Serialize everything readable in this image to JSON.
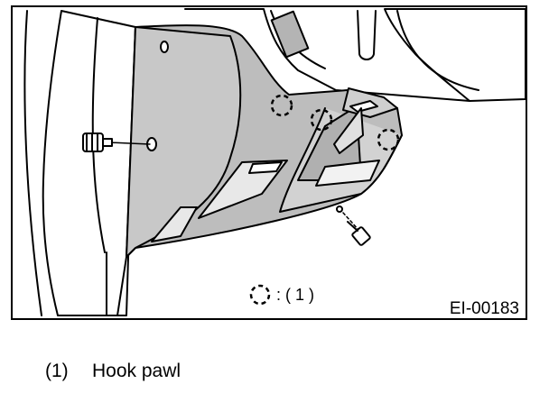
{
  "figure": {
    "code": "EI-00183",
    "legend_key": ": ( 1 )"
  },
  "caption": {
    "number": "(1)",
    "text": "Hook pawl"
  },
  "colors": {
    "line": "#000000",
    "shade": "#b4b4b4",
    "background": "#ffffff"
  }
}
